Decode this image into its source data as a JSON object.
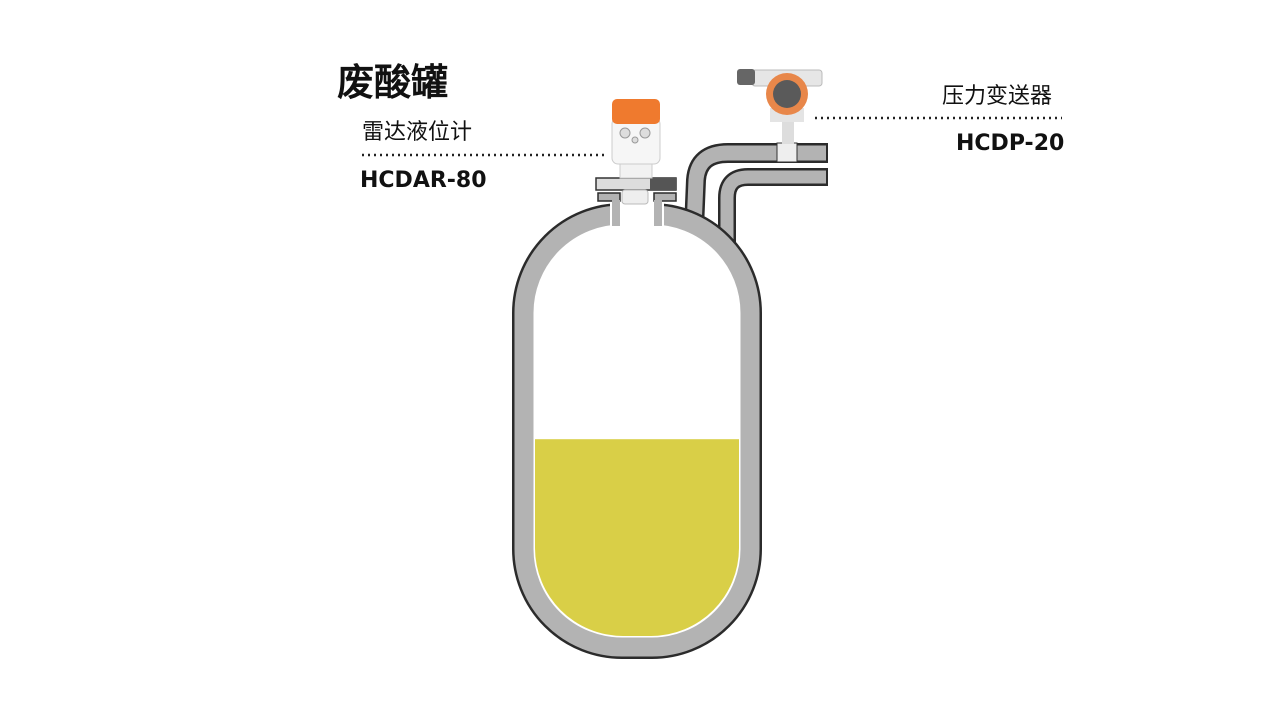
{
  "title": "废酸罐",
  "radar": {
    "label": "雷达液位计",
    "model": "HCDAR-80"
  },
  "pressure": {
    "label": "压力变送器",
    "model": "HCDP-20"
  },
  "tank": {
    "liquid_level_fraction": 0.48
  },
  "colors": {
    "liquid": "#d9cf47",
    "wall": "#b3b3b3",
    "outline": "#2b2b2b",
    "radar_cap": "#ef7a2e",
    "transmitter_ring": "#e8874a"
  }
}
